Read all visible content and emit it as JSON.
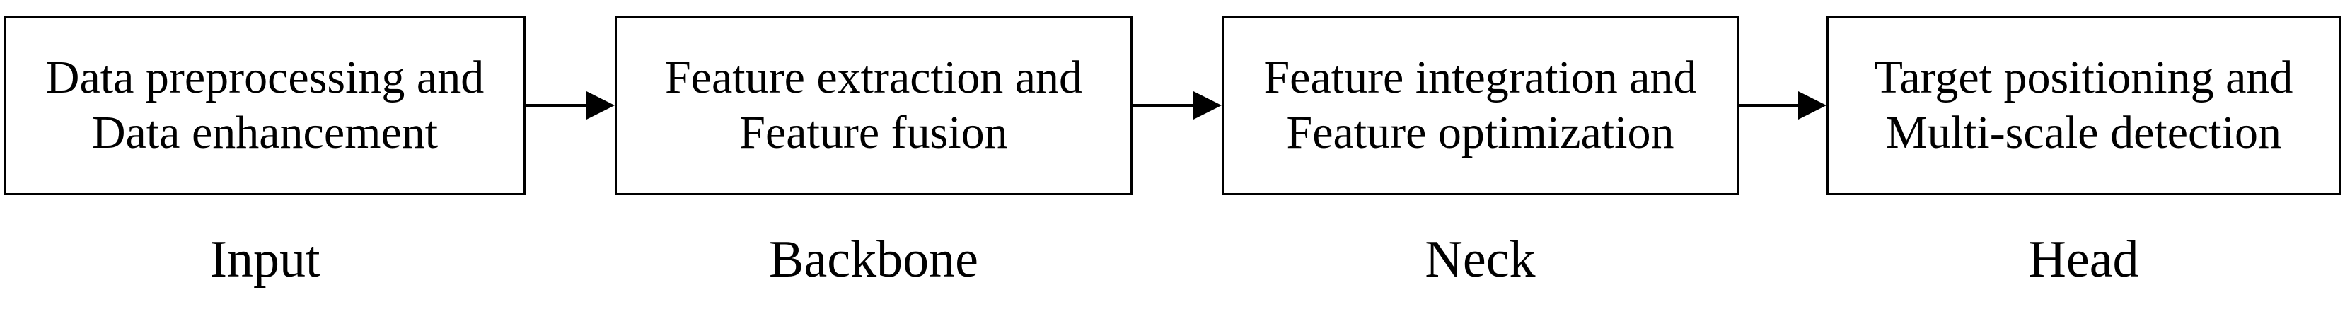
{
  "stages": [
    {
      "box_lines": [
        "Data preprocessing and",
        "Data enhancement"
      ],
      "label": "Input"
    },
    {
      "box_lines": [
        "Feature extraction and",
        "Feature fusion"
      ],
      "label": "Backbone"
    },
    {
      "box_lines": [
        "Feature integration and",
        "Feature optimization"
      ],
      "label": "Neck"
    },
    {
      "box_lines": [
        "Target positioning and",
        "Multi-scale detection"
      ],
      "label": "Head"
    }
  ],
  "colors": {
    "stroke": "#000000",
    "background": "#ffffff"
  }
}
